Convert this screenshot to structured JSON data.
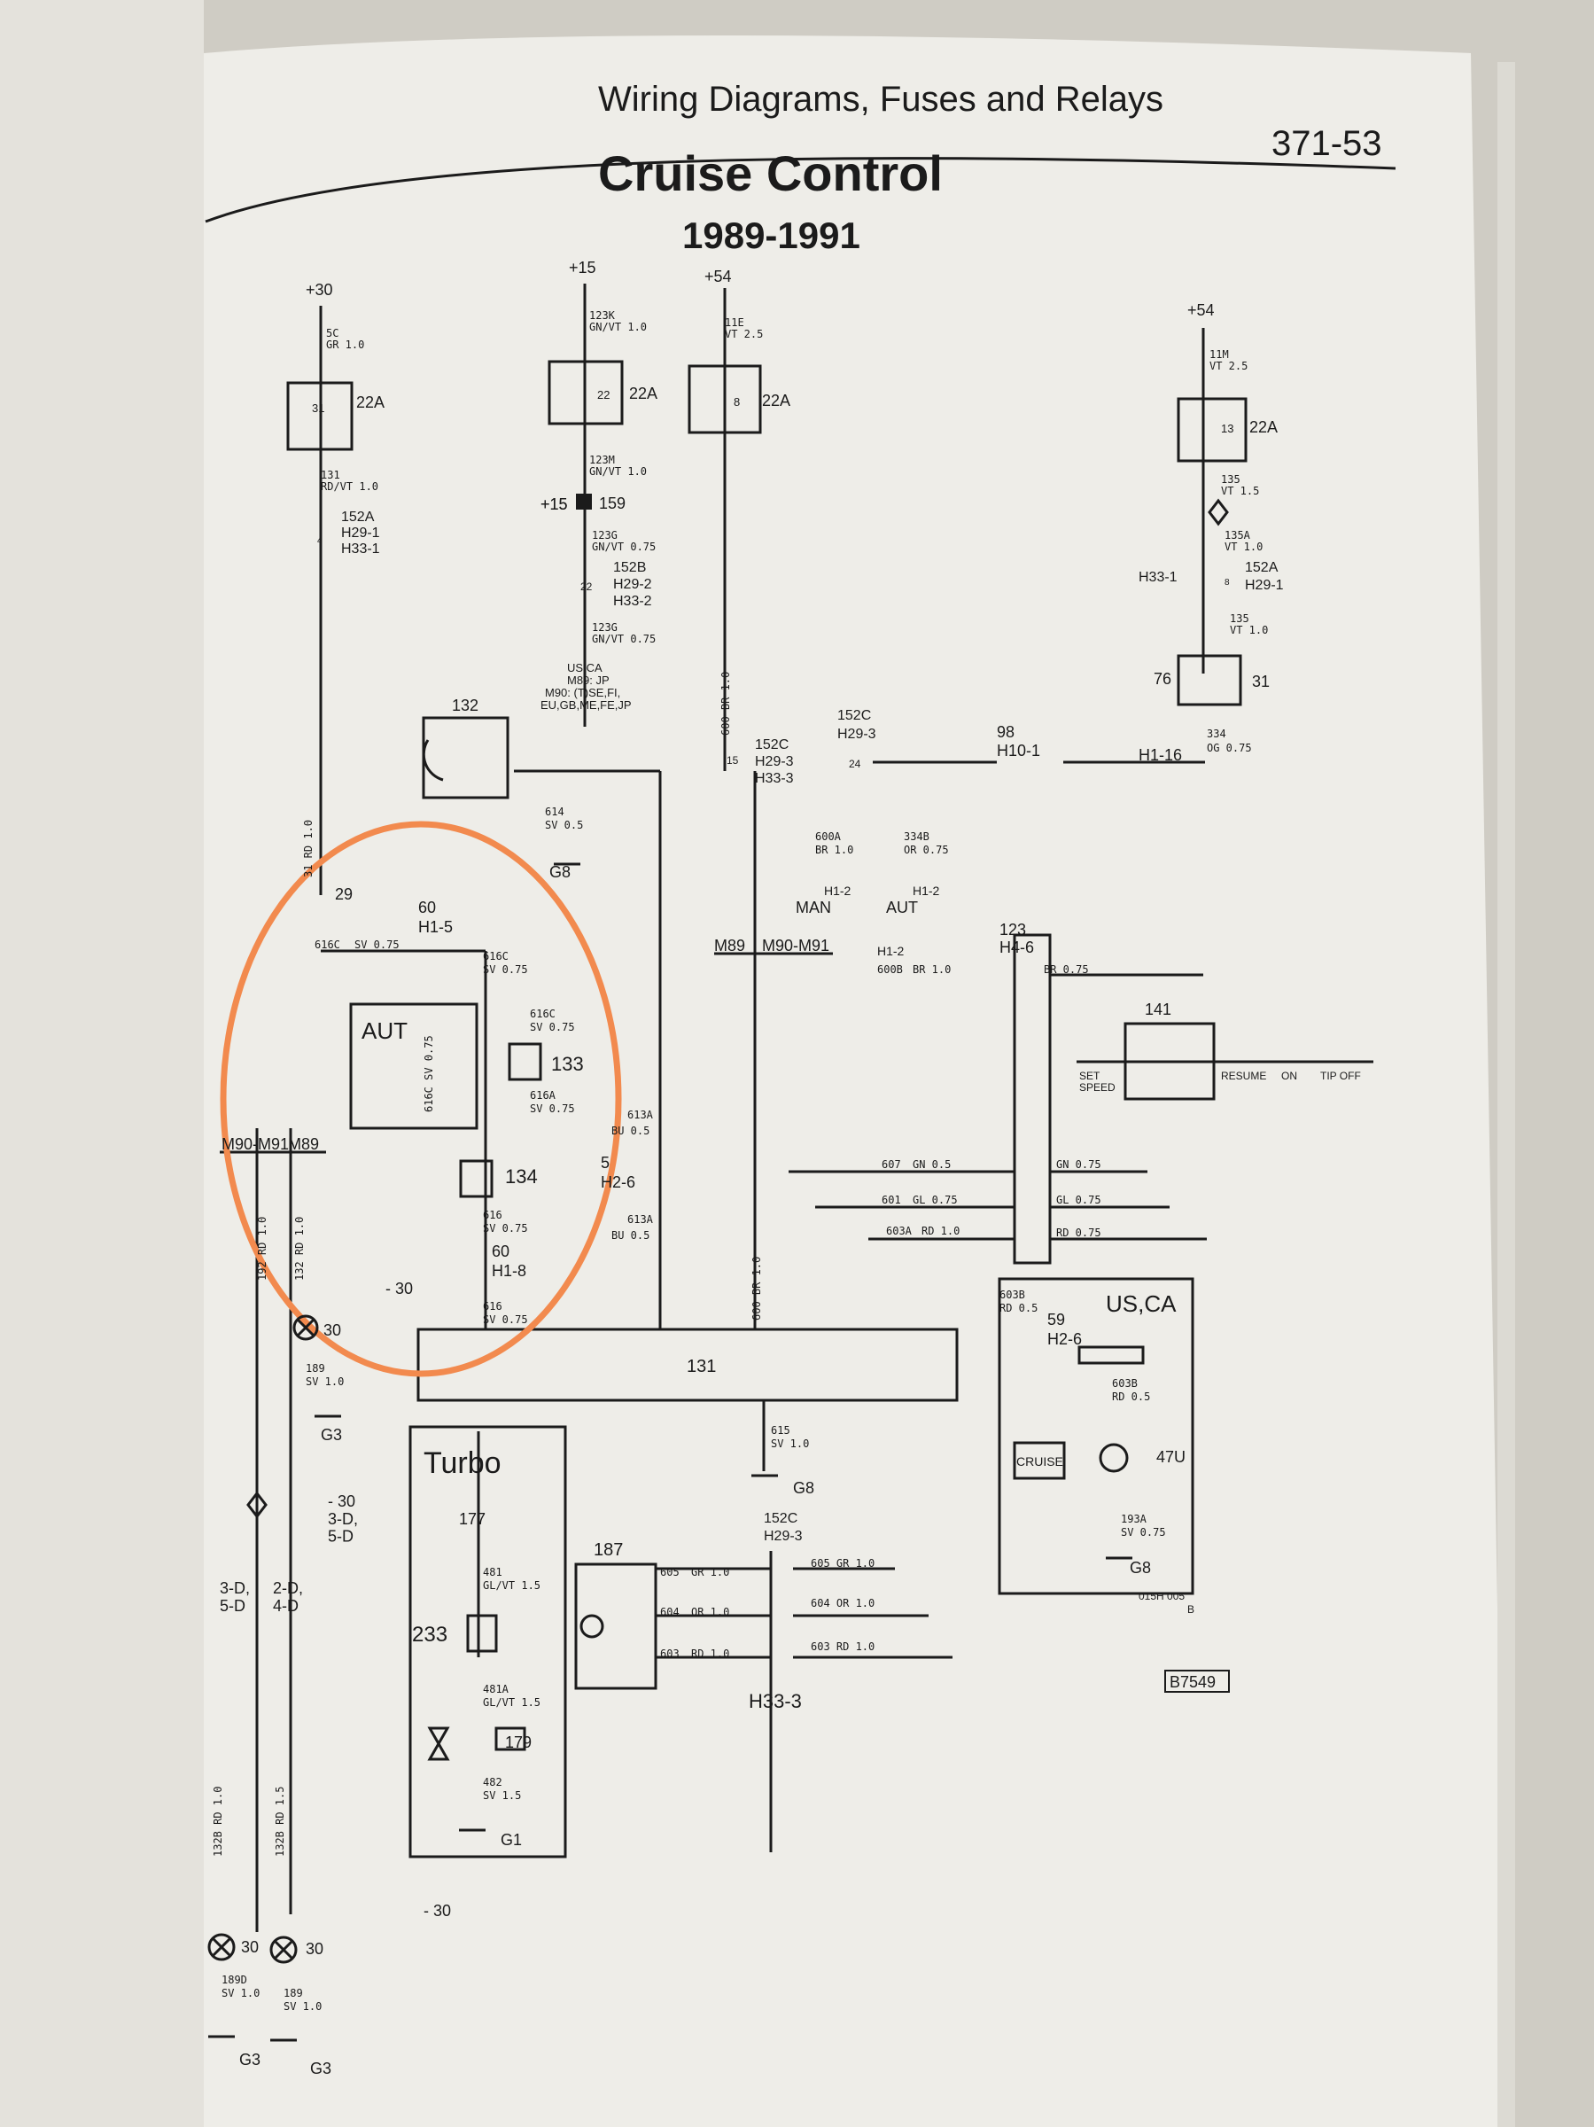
{
  "header": {
    "section": "Wiring Diagrams, Fuses and Relays",
    "page_number": "371-53",
    "title": "Cruise Control",
    "years": "1989-1991"
  },
  "ref_code": "B7549",
  "drawing_code": "015H 005",
  "drawing_rev": "B",
  "power_rails": [
    "+30",
    "+15",
    "+54",
    "+54",
    "+15"
  ],
  "fuses": [
    {
      "num": "31",
      "rating": "22A"
    },
    {
      "num": "22",
      "rating": "22A"
    },
    {
      "num": "8",
      "rating": "22A"
    },
    {
      "num": "13",
      "rating": "22A"
    }
  ],
  "wires": [
    {
      "code": "5C",
      "spec": "GR 1.0"
    },
    {
      "code": "131",
      "spec": "RD/VT 1.0"
    },
    {
      "code": "123K",
      "spec": "GN/VT 1.0"
    },
    {
      "code": "123M",
      "spec": "GN/VT 1.0"
    },
    {
      "code": "123G",
      "spec": "GN/VT 0.75"
    },
    {
      "code": "123G",
      "spec": "GN/VT 0.75"
    },
    {
      "code": "11E",
      "spec": "VT 2.5"
    },
    {
      "code": "11M",
      "spec": "VT 2.5"
    },
    {
      "code": "135",
      "spec": "VT 1.5"
    },
    {
      "code": "135A",
      "spec": "VT 1.0"
    },
    {
      "code": "135",
      "spec": "VT 1.0"
    },
    {
      "code": "334",
      "spec": "OG 0.75"
    },
    {
      "code": "614",
      "spec": "SV 0.5"
    },
    {
      "code": "616C",
      "spec": "SV 0.75"
    },
    {
      "code": "616C",
      "spec": "SV 0.75"
    },
    {
      "code": "616C",
      "spec": "SV 0.75"
    },
    {
      "code": "616A",
      "spec": "SV 0.75"
    },
    {
      "code": "616",
      "spec": "SV 0.75"
    },
    {
      "code": "616",
      "spec": "SV 0.75"
    },
    {
      "code": "613A",
      "spec": "BU 0.5"
    },
    {
      "code": "613A",
      "spec": "BU 0.5"
    },
    {
      "code": "600A",
      "spec": "BR 1.0"
    },
    {
      "code": "334B",
      "spec": "OR 0.75"
    },
    {
      "code": "600B",
      "spec": "BR 1.0"
    },
    {
      "code": "607",
      "spec": "GN 0.5"
    },
    {
      "code": "601",
      "spec": "GL 0.75"
    },
    {
      "code": "603A",
      "spec": "RD 1.0"
    },
    {
      "code": "603B",
      "spec": "RD 0.5"
    },
    {
      "code": "603B",
      "spec": "RD 0.5"
    },
    {
      "code": "615",
      "spec": "SV 1.0"
    },
    {
      "code": "189",
      "spec": "SV 1.0"
    },
    {
      "code": "189D",
      "spec": "SV 1.0"
    },
    {
      "code": "189",
      "spec": "SV 1.0"
    },
    {
      "code": "481",
      "spec": "GL/VT 1.5"
    },
    {
      "code": "481A",
      "spec": "GL/VT 1.5"
    },
    {
      "code": "482",
      "spec": "SV 1.5"
    },
    {
      "code": "605",
      "spec": "GR 1.0"
    },
    {
      "code": "604",
      "spec": "OR 1.0"
    },
    {
      "code": "603",
      "spec": "RD 1.0"
    },
    {
      "code": "193A",
      "spec": "SV 0.75"
    }
  ],
  "vertical_wires": [
    "31 RD 1.0",
    "600 BR 1.0",
    "600 BR 1.0",
    "192 RD 1.0",
    "132 RD 1.0",
    "132B RD 1.0",
    "132B RD 1.5",
    "616C SV 0.75"
  ],
  "color_pairs": [
    "GN 0.75",
    "GL 0.75",
    "RD 0.75",
    "BR 0.75",
    "605 GR 1.0",
    "604 OR 1.0",
    "603 RD 1.0"
  ],
  "connectors": [
    {
      "id": "152A",
      "pins": "H29-1",
      "alt": "H33-1",
      "pin": "4"
    },
    {
      "id": "152B",
      "pins": "H29-2",
      "alt": "H33-2",
      "pin": "22"
    },
    {
      "id": "152C",
      "pins": "H29-3",
      "alt": "H33-3",
      "pin": "15"
    },
    {
      "id": "152C",
      "pins": "H29-3",
      "pin": "24"
    },
    {
      "id": "152A",
      "pins": "H29-1",
      "alt": "H33-1",
      "pin": "8"
    },
    {
      "id": "152C",
      "pins": "H29-3",
      "pin": ""
    }
  ],
  "components": {
    "relay_159": "159",
    "plus15_label": "+15",
    "variant_note": [
      "US,CA",
      "M89: JP",
      "M90: (T)SE,FI,",
      "EU,GB,ME,FE,JP"
    ],
    "c132": "132",
    "c29": "29",
    "c98": "98",
    "h10": "H10-1",
    "h1_16": "H1-16",
    "c76": "76",
    "c31": "31",
    "c60": "60",
    "h1_5": "H1-5",
    "aut": "AUT",
    "c133": "133",
    "c134": "134",
    "h1_8": "H1-8",
    "h2_6": "H2-6",
    "c5": "5",
    "c30": "30",
    "minus30": "- 30",
    "c131": "131",
    "c123": "123",
    "h4_6": "H4-6",
    "c141": "141",
    "set_speed": "SET\nSPEED",
    "resume": "RESUME",
    "on": "ON",
    "tip_off": "TIP OFF",
    "man": "MAN",
    "aut2": "AUT",
    "h1_2": "H1-2",
    "m89": "M89",
    "m90m91": "M90-M91",
    "usca": "US,CA",
    "c59": "59",
    "cruise": "CRUISE",
    "c47u": "47U",
    "turbo": "Turbo",
    "c177": "177",
    "c233": "233",
    "c179": "179",
    "c187": "187",
    "h33_3": "H33-3",
    "ground_g8": "G8",
    "ground_g3": "G3",
    "ground_g1": "G1",
    "split_3d5d": "3-D,\n5-D",
    "split_2d4d": "2-D,\n4-D",
    "ref_30_3d": "- 30\n3-D,\n5-D"
  },
  "colors": {
    "ink": "#1b1b1b",
    "paper": "#eeede8",
    "highlight": "#f28a4e",
    "bg": "#d9d6cf"
  }
}
